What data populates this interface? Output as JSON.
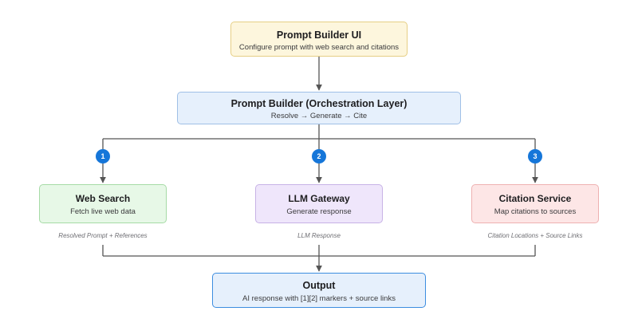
{
  "colors": {
    "connector": "#555555",
    "badge": "#1576d9"
  },
  "nodes": {
    "ui": {
      "title": "Prompt Builder UI",
      "subtitle": "Configure prompt with web search and citations",
      "fill": "#fdf6dd",
      "border": "#e6cf85"
    },
    "orchestrator": {
      "title": "Prompt Builder (Orchestration Layer)",
      "subtitle": "Resolve → Generate → Cite",
      "fill": "#e6f0fc",
      "border": "#9fbfe6"
    },
    "web_search": {
      "title": "Web Search",
      "subtitle": "Fetch live web data",
      "fill": "#e7f8e7",
      "border": "#a6dba6"
    },
    "llm_gateway": {
      "title": "LLM Gateway",
      "subtitle": "Generate response",
      "fill": "#efe6fb",
      "border": "#c7b2e6"
    },
    "citation": {
      "title": "Citation Service",
      "subtitle": "Map citations to sources",
      "fill": "#fde6e6",
      "border": "#eeb1b1"
    },
    "output": {
      "title": "Output",
      "subtitle": "AI response with [1][2] markers + source links",
      "fill": "#e6f0fc",
      "border": "#3c8de0"
    }
  },
  "steps": [
    "1",
    "2",
    "3"
  ],
  "edge_labels": {
    "web_search": "Resolved Prompt + References",
    "llm_gateway": "LLM Response",
    "citation": "Citation Locations + Source Links"
  }
}
